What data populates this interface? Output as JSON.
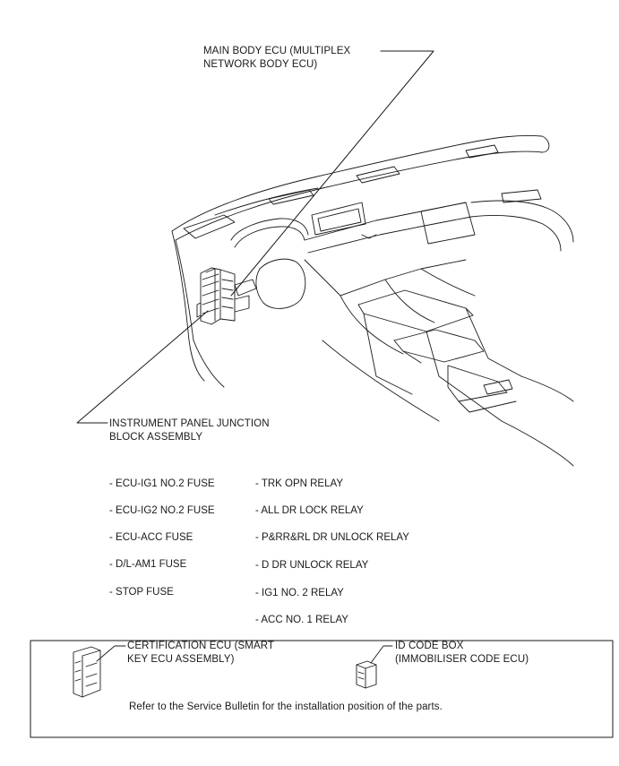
{
  "labels": {
    "main_body_ecu": [
      "MAIN BODY ECU (MULTIPLEX",
      "NETWORK BODY ECU)"
    ],
    "junction_block": [
      "INSTRUMENT PANEL JUNCTION",
      "BLOCK ASSEMBLY"
    ]
  },
  "fuses": [
    "- ECU-IG1 NO.2 FUSE",
    "- ECU-IG2 NO.2 FUSE",
    "- ECU-ACC FUSE",
    "- D/L-AM1 FUSE",
    "- STOP FUSE"
  ],
  "relays": [
    "- TRK OPN RELAY",
    "- ALL DR LOCK RELAY",
    "- P&RR&RL DR UNLOCK RELAY",
    "- D DR UNLOCK RELAY",
    "- IG1 NO. 2 RELAY",
    "- ACC NO. 1 RELAY"
  ],
  "box": {
    "certification_ecu": [
      "CERTIFICATION ECU (SMART",
      "KEY ECU ASSEMBLY)"
    ],
    "id_code_box": [
      "ID CODE BOX",
      "(IMMOBILISER CODE ECU)"
    ],
    "note": "Refer to the Service Bulletin for the installation position of the parts."
  },
  "colors": {
    "line": "#1a1a1a",
    "background": "#ffffff"
  }
}
